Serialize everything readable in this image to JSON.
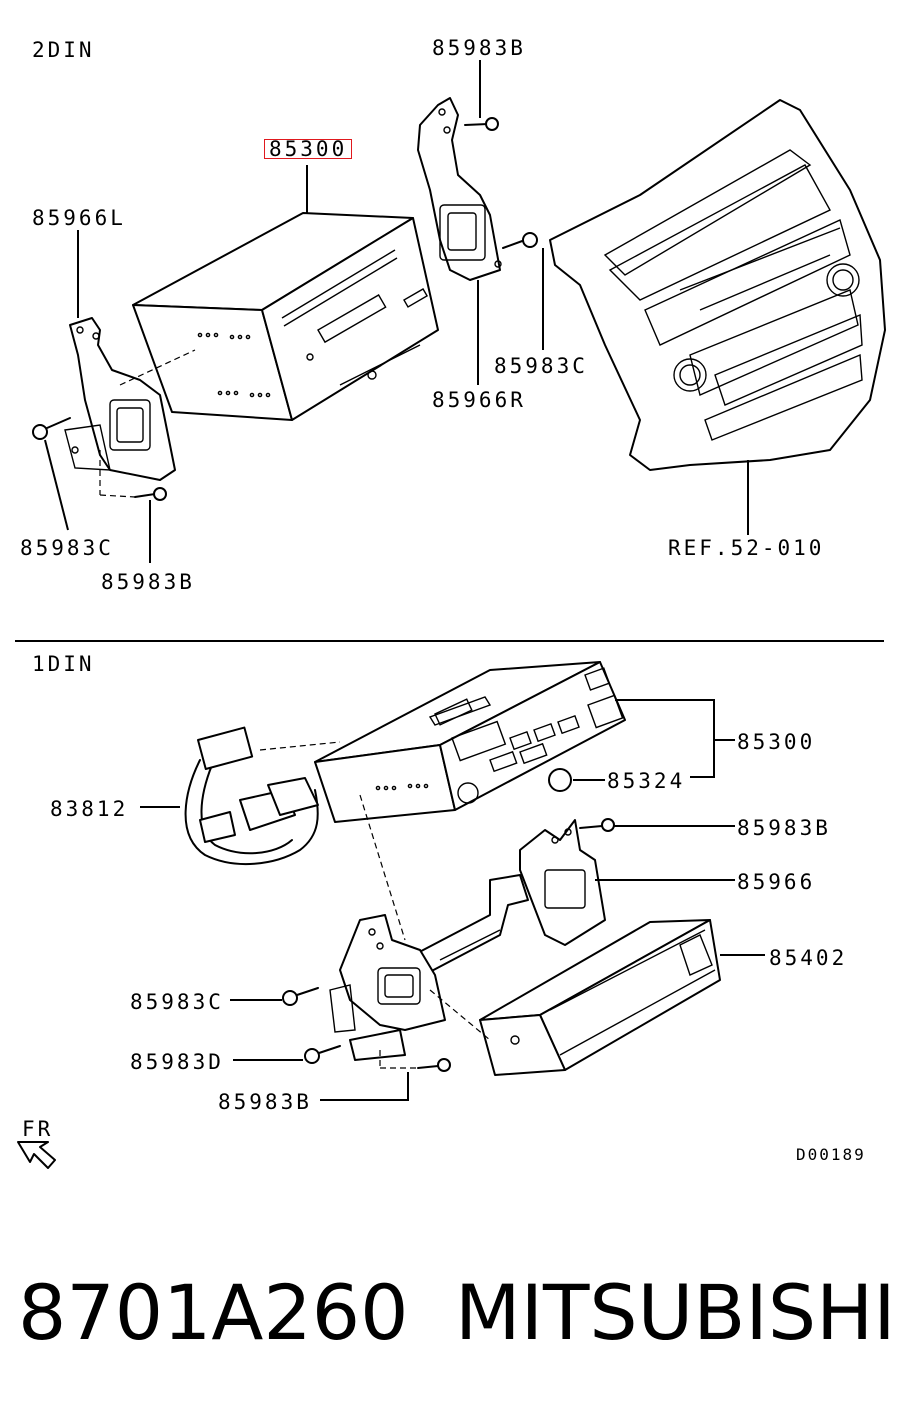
{
  "sections": {
    "top_title": "2DIN",
    "bottom_title": "1DIN"
  },
  "top_labels": {
    "radio_unit": "85300",
    "screw_top": "85983B",
    "bracket_left": "85966L",
    "bracket_right": "85966R",
    "screw_right": "85983C",
    "screw_left": "85983C",
    "screw_bottom": "85983B",
    "panel_ref": "REF.52-010"
  },
  "bottom_labels": {
    "radio_unit": "85300",
    "knob": "85324",
    "harness": "83812",
    "screw_b_top": "85983B",
    "bracket": "85966",
    "pocket": "85402",
    "screw_c": "85983C",
    "screw_d": "85983D",
    "screw_b_bottom": "85983B"
  },
  "direction_label": "FR",
  "diagram_code": "D00189",
  "footer": {
    "part_number": "8701A260",
    "brand": "MITSUBISHI"
  },
  "colors": {
    "highlight": "#e0191e",
    "line": "#000000",
    "background": "#ffffff"
  }
}
